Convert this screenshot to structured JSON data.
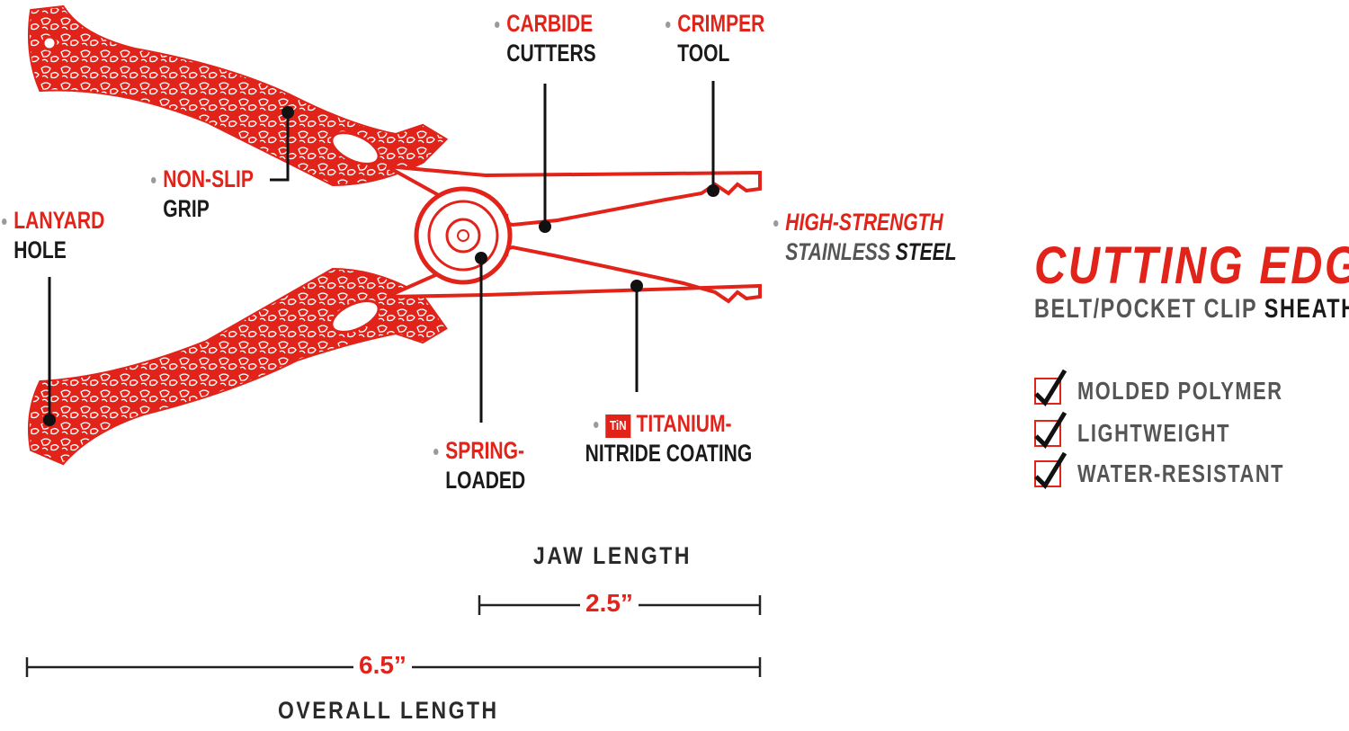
{
  "callouts": {
    "carbide": {
      "line1": "CARBIDE",
      "line2": "CUTTERS"
    },
    "crimper": {
      "line1": "CRIMPER",
      "line2": "TOOL"
    },
    "nonslip": {
      "line1": "NON-SLIP",
      "line2": "GRIP"
    },
    "lanyard": {
      "line1": "LANYARD",
      "line2": "HOLE"
    },
    "steel": {
      "line1": "HIGH-STRENGTH",
      "line2a": "STAINLESS",
      "line2b": "STEEL"
    },
    "spring": {
      "line1": "SPRING-",
      "line2": "LOADED"
    },
    "titanium": {
      "badge": "TiN",
      "line1": "TITANIUM-",
      "line2": "NITRIDE COATING"
    }
  },
  "dimensions": {
    "jaw": {
      "label": "JAW LENGTH",
      "value": "2.5”"
    },
    "overall": {
      "label": "OVERALL LENGTH",
      "value": "6.5”"
    }
  },
  "sheath": {
    "title": "CUTTING EDGE",
    "subtitle_a": "BELT/POCKET CLIP",
    "subtitle_b": "SHEATH",
    "features": [
      "MOLDED POLYMER",
      "LIGHTWEIGHT",
      "WATER-RESISTANT"
    ]
  },
  "colors": {
    "accent": "#e2231a",
    "text": "#1a1a1a"
  }
}
